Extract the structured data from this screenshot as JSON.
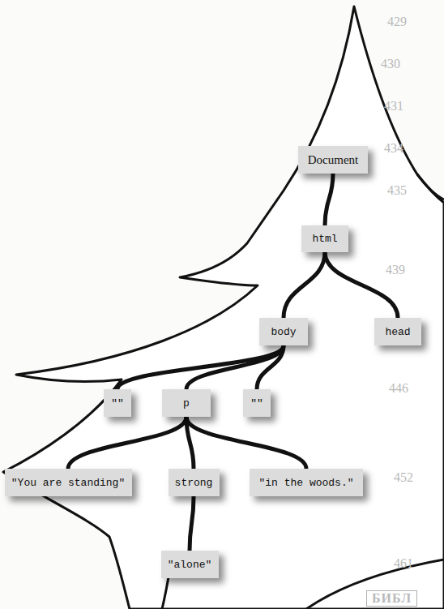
{
  "diagram": {
    "nodes": [
      {
        "text": [
          "Document"
        ]
      },
      {
        "text": [
          "html"
        ]
      },
      {
        "text": [
          "body"
        ]
      },
      {
        "text": [
          "head"
        ]
      },
      {
        "text": [
          "\"\""
        ]
      },
      {
        "text": [
          "p"
        ]
      },
      {
        "text": [
          "\"\""
        ]
      },
      {
        "text": [
          "\"You are standing\""
        ]
      },
      {
        "text": [
          "strong"
        ]
      },
      {
        "text": [
          "\"in the woods.\""
        ]
      },
      {
        "text": [
          "\"alone\""
        ]
      }
    ],
    "edges": [
      {
        "from": 0,
        "to": 1,
        "arrow": "none"
      },
      {
        "from": 1,
        "to": 2,
        "arrow": "none"
      },
      {
        "from": 1,
        "to": 3,
        "arrow": "none"
      },
      {
        "from": 2,
        "to": 4,
        "arrow": "none"
      },
      {
        "from": 2,
        "to": 5,
        "arrow": "none"
      },
      {
        "from": 2,
        "to": 6,
        "arrow": "none"
      },
      {
        "from": 5,
        "to": 7,
        "arrow": "none"
      },
      {
        "from": 5,
        "to": 8,
        "arrow": "none"
      },
      {
        "from": 5,
        "to": 9,
        "arrow": "none"
      },
      {
        "from": 8,
        "to": 10,
        "arrow": "none"
      }
    ],
    "labels": [
      "429",
      "430",
      "431",
      "434",
      "435",
      "439",
      "446",
      "452",
      "461",
      "БИБЛ"
    ]
  }
}
